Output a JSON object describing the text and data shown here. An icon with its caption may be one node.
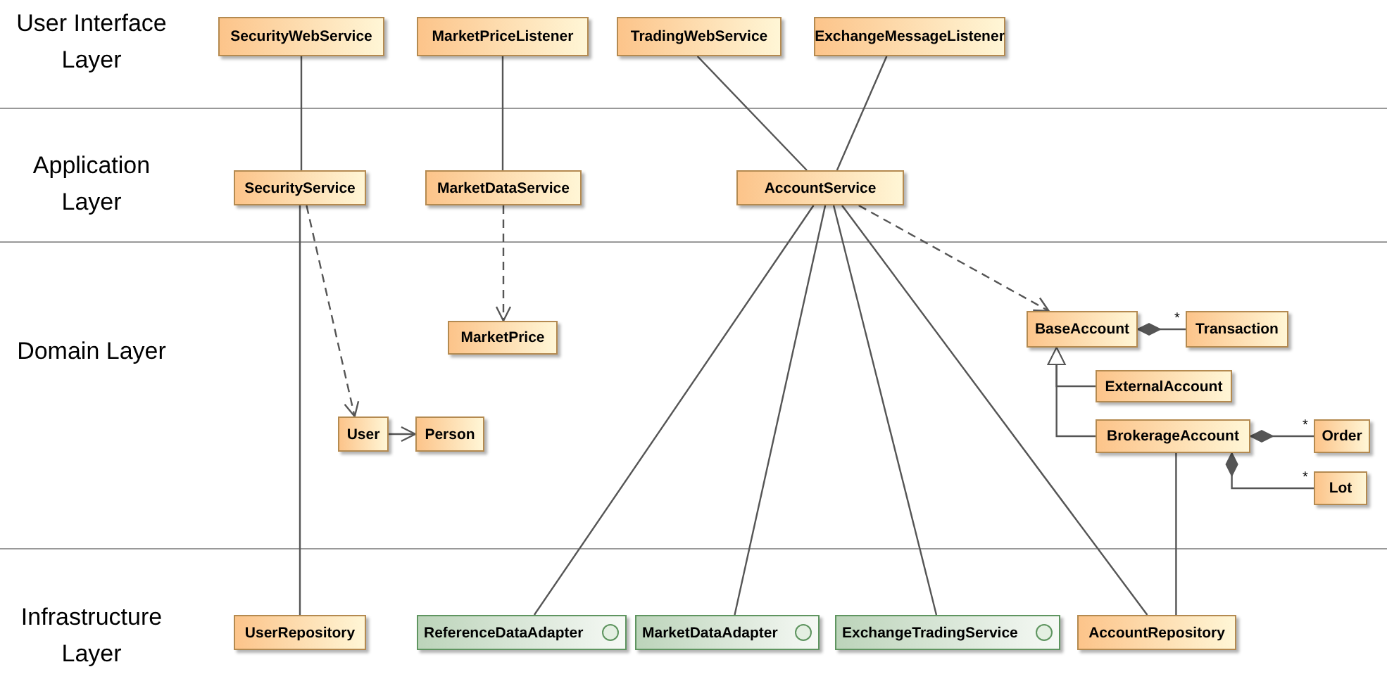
{
  "diagram": {
    "nodes": [
      {
        "text": [
          "SecurityWebService"
        ]
      },
      {
        "text": [
          "MarketPriceListener"
        ]
      },
      {
        "text": [
          "TradingWebService"
        ]
      },
      {
        "text": [
          "ExchangeMessageListener"
        ]
      },
      {
        "text": [
          "SecurityService"
        ]
      },
      {
        "text": [
          "MarketDataService"
        ]
      },
      {
        "text": [
          "AccountService"
        ]
      },
      {
        "text": [
          "MarketPrice"
        ]
      },
      {
        "text": [
          "User"
        ]
      },
      {
        "text": [
          "Person"
        ]
      },
      {
        "text": [
          "BaseAccount"
        ]
      },
      {
        "text": [
          "Transaction"
        ]
      },
      {
        "text": [
          "ExternalAccount"
        ]
      },
      {
        "text": [
          "BrokerageAccount"
        ]
      },
      {
        "text": [
          "Order"
        ]
      },
      {
        "text": [
          "Lot"
        ]
      },
      {
        "text": [
          "UserRepository"
        ]
      },
      {
        "text": [
          "ReferenceDataAdapter"
        ]
      },
      {
        "text": [
          "MarketDataAdapter"
        ]
      },
      {
        "text": [
          "ExchangeTradingService"
        ]
      },
      {
        "text": [
          "AccountRepository"
        ]
      }
    ],
    "edges": [
      {
        "from": 0,
        "to": 4,
        "arrow": "none"
      },
      {
        "from": 1,
        "to": 5,
        "arrow": "none"
      },
      {
        "from": 2,
        "to": 6,
        "arrow": "none"
      },
      {
        "from": 3,
        "to": 6,
        "arrow": "none"
      },
      {
        "from": 4,
        "to": 16,
        "arrow": "none"
      },
      {
        "from": 4,
        "to": 8,
        "arrow": "to",
        "style": "dashed"
      },
      {
        "from": 5,
        "to": 7,
        "arrow": "to",
        "style": "dashed"
      },
      {
        "from": 6,
        "to": 10,
        "arrow": "to",
        "style": "dashed"
      },
      {
        "from": 6,
        "to": 17,
        "arrow": "none"
      },
      {
        "from": 6,
        "to": 18,
        "arrow": "none"
      },
      {
        "from": 6,
        "to": 19,
        "arrow": "none"
      },
      {
        "from": 6,
        "to": 20,
        "arrow": "none"
      },
      {
        "from": 8,
        "to": 9,
        "arrow": "to"
      },
      {
        "from": 10,
        "to": 11,
        "arrow": "other",
        "label": "*"
      },
      {
        "from": 12,
        "to": 10,
        "arrow": "to"
      },
      {
        "from": 13,
        "to": 10,
        "arrow": "to"
      },
      {
        "from": 13,
        "to": 14,
        "arrow": "other",
        "label": "*"
      },
      {
        "from": 13,
        "to": 15,
        "arrow": "other",
        "label": "*"
      },
      {
        "from": 13,
        "to": 20,
        "arrow": "none"
      }
    ],
    "labels": [
      "User Interface Layer",
      "Application Layer",
      "Domain Layer",
      "Infrastructure Layer"
    ]
  }
}
